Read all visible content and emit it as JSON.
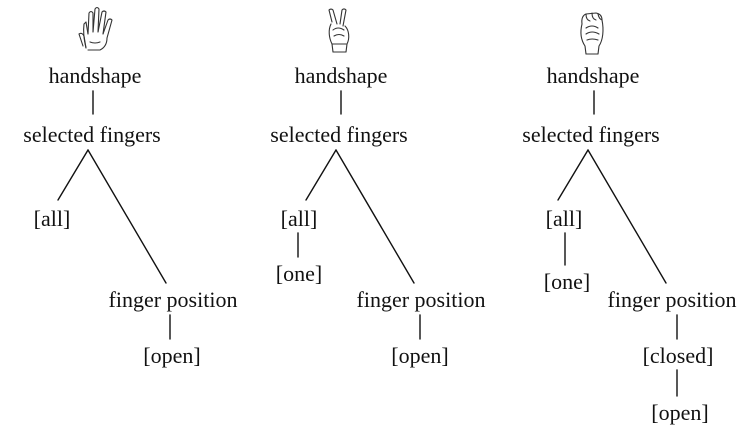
{
  "trees": [
    {
      "hand_icon": "open-hand-icon",
      "root": "handshape",
      "selected_fingers": "selected fingers",
      "all": "[all]",
      "finger_position": "finger position",
      "positions": [
        "[open]"
      ]
    },
    {
      "hand_icon": "victory-hand-icon",
      "root": "handshape",
      "selected_fingers": "selected fingers",
      "all": "[all]",
      "one": "[one]",
      "finger_position": "finger position",
      "positions": [
        "[open]"
      ]
    },
    {
      "hand_icon": "bent-hand-icon",
      "root": "handshape",
      "selected_fingers": "selected fingers",
      "all": "[all]",
      "one": "[one]",
      "finger_position": "finger position",
      "positions": [
        "[closed]",
        "[open]"
      ]
    }
  ]
}
